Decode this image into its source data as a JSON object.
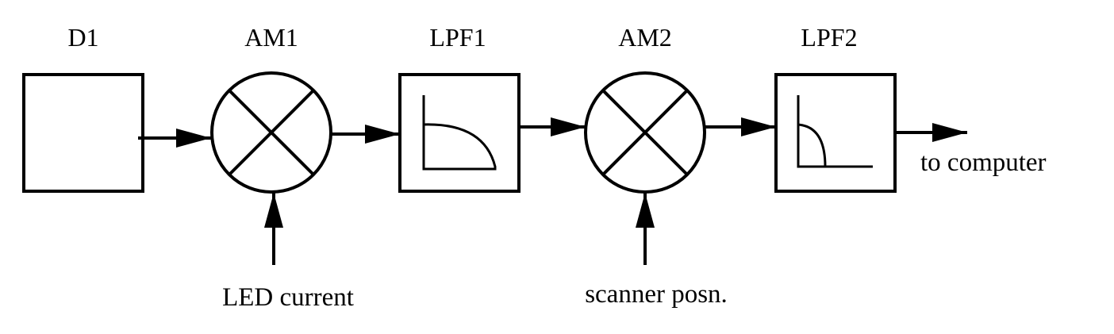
{
  "blocks": {
    "d1": {
      "label": "D1"
    },
    "am1": {
      "label": "AM1"
    },
    "lpf1": {
      "label": "LPF1"
    },
    "am2": {
      "label": "AM2"
    },
    "lpf2": {
      "label": "LPF2"
    }
  },
  "inputs": {
    "am1": "LED current",
    "am2": "scanner posn."
  },
  "output": {
    "label": "to computer"
  },
  "colors": {
    "stroke": "#000000",
    "background": "#ffffff"
  }
}
